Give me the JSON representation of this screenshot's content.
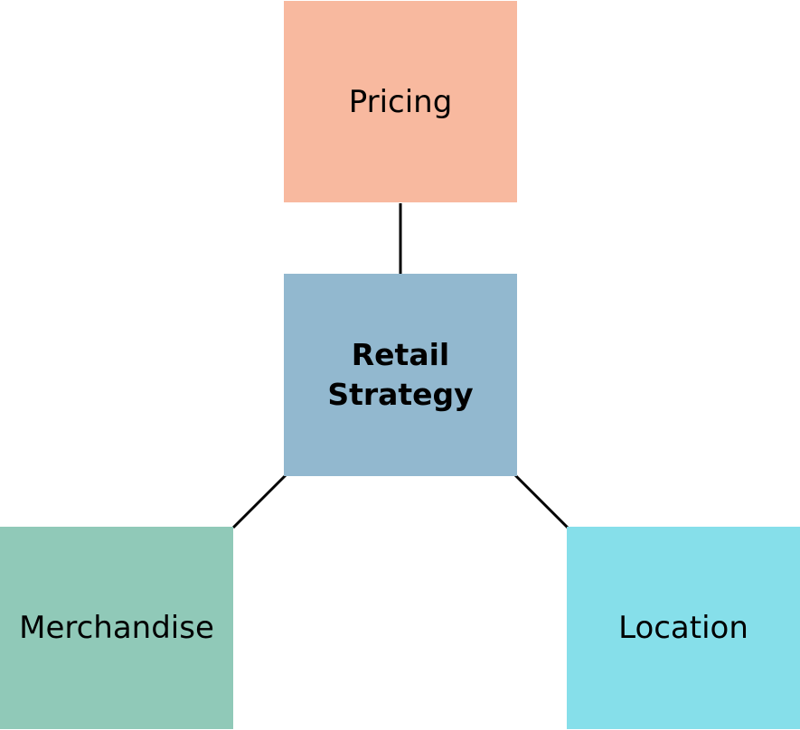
{
  "diagram": {
    "center": {
      "label": "Retail\nStrategy",
      "color": "#92b8cf"
    },
    "nodes": {
      "pricing": {
        "label": "Pricing",
        "color": "#f8b99f"
      },
      "merchandise": {
        "label": "Merchandise",
        "color": "#90c9b8"
      },
      "location": {
        "label": "Location",
        "color": "#86dfea"
      }
    },
    "connector_color": "#000000"
  }
}
